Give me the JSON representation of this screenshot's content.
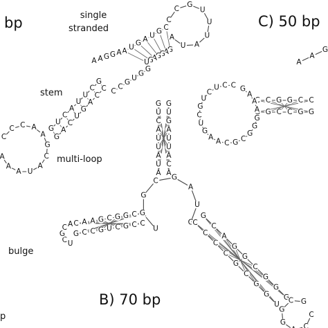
{
  "labels": {
    "a_partial": "bp",
    "single_line1": "single",
    "single_line2": "stranded",
    "stem": "stem",
    "multiloop": "multi-loop",
    "bulge": "bulge",
    "loop_partial": "p",
    "panel_b": "B) 70 bp",
    "panel_c": "C) 50 bp"
  },
  "structures": {
    "a_hairpin_stem": {
      "strand5": "AUGAUGC",
      "strand3": "GAGGAGU"
    },
    "a_hairpin_loop": "CCGUUUAUA",
    "a_single_stranded": "AAGGA",
    "a_connector": "GGUGCC",
    "a_stem": {
      "strand5": "GUCAUUCG",
      "strand3": "CCAGUCAG"
    },
    "a_multiloop": "CCCAAGCAUAAA",
    "b_top_stem": {
      "strand5": "GUCAUUAUA",
      "strand3": "GUGAUUACA"
    },
    "b_left_stem": {
      "strand5": "CAAGCGGCG",
      "strand3": "GCCGUCGCC"
    },
    "b_left_loop": "UCGCA",
    "b_right_stem": {
      "strand5": "CCCCGCGGU",
      "strand3": "GCAGGCGGG"
    },
    "b_right_loop": "CCAGGCG",
    "b_junction": "UAGCGAUG",
    "c_stem": {
      "strand5": "CCGGCC",
      "strand3": "GGCCGG"
    },
    "c_loop": "GAAAGGGCGCAAGUCGUCUCC",
    "c_tail": "AAG"
  }
}
